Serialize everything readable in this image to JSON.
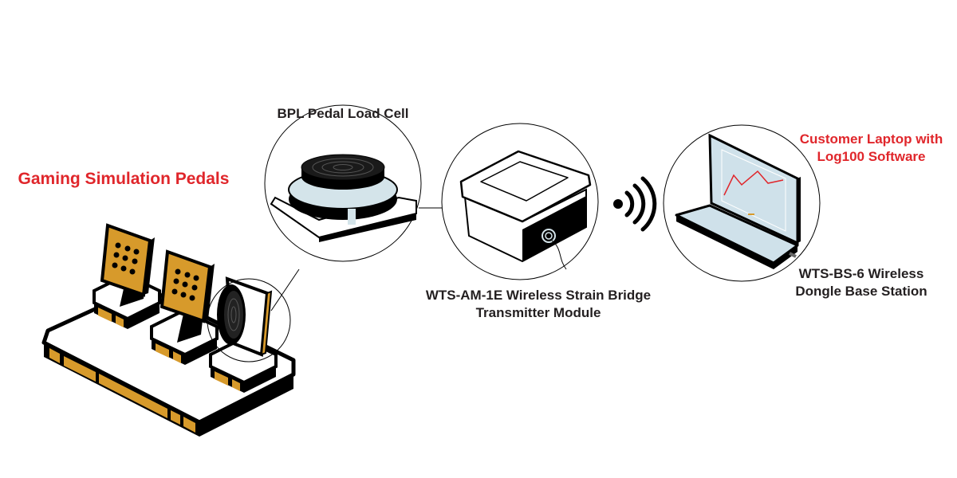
{
  "diagram": {
    "labels": {
      "pedals": "Gaming Simulation Pedals",
      "load_cell": "BPL Pedal Load Cell",
      "transmitter_line1": "WTS-AM-1E Wireless Strain Bridge",
      "transmitter_line2": "Transmitter Module",
      "laptop_line1": "Customer Laptop with",
      "laptop_line2": "Log100 Software",
      "base_station_line1": "WTS-BS-6 Wireless",
      "base_station_line2": "Dongle Base Station"
    },
    "colors": {
      "accent_red": "#e0262b",
      "pedal_orange": "#d79a2b",
      "outline": "#000000",
      "screen_blue": "#cfe1ea",
      "text_dark": "#231f20"
    },
    "icons": {
      "wireless": "wireless-signal-icon"
    }
  }
}
